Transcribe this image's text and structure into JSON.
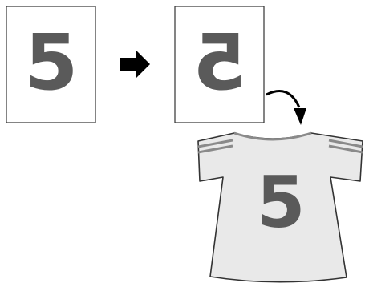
{
  "diagram": {
    "source_sheet": {
      "digit": "5",
      "orientation": "normal"
    },
    "transfer_sheet": {
      "digit": "5",
      "orientation": "mirrored"
    },
    "shirt": {
      "digit": "5",
      "orientation": "normal"
    },
    "colors": {
      "paper": "#ffffff",
      "outline": "#333333",
      "digit": "#5a5a5a",
      "arrow": "#000000",
      "shirt_fill": "#e9e9e9",
      "shirt_stripe": "#8a8a8a"
    },
    "icons": [
      "right-arrow-icon",
      "curved-arrow-icon"
    ]
  }
}
